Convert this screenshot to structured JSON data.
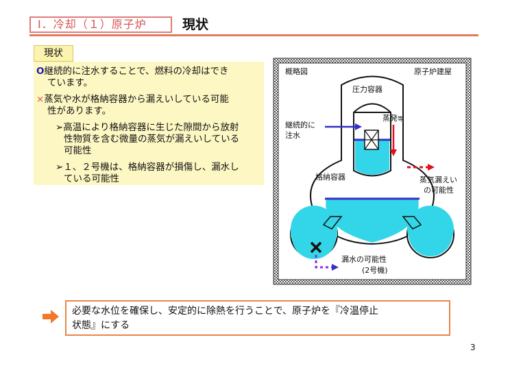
{
  "header": {
    "section_tag": "Ⅰ．冷却（１）原子炉",
    "title": "現状"
  },
  "status": {
    "label": "現状",
    "items": [
      {
        "bullet": "o",
        "lines": [
          "継続的に注水することで、燃料の冷却はでき",
          "ています。"
        ]
      },
      {
        "bullet": "×",
        "lines": [
          "蒸気や水が格納容器から漏えいしている可能",
          "性があります。"
        ]
      }
    ],
    "sub_items": [
      {
        "bullet": "➢",
        "lines": [
          "高温により格納容器に生じた隙間から放射",
          "性物質を含む微量の蒸気が漏えいしている",
          "可能性"
        ]
      },
      {
        "bullet": "➢",
        "lines": [
          "１、２号機は、格納容器が損傷し、漏水し",
          "ている可能性"
        ]
      }
    ]
  },
  "diagram": {
    "overview_label": "概略図",
    "building_label": "原子炉建屋",
    "pressure_vessel_label": "圧力容器",
    "evaporation_label": "蒸発",
    "evaporation_suffix": "等",
    "injection_label": [
      "継続的に",
      "注水"
    ],
    "containment_label": "格納容器",
    "steam_leak_label": [
      "蒸気漏えい",
      "の可能性"
    ],
    "water_leak_label": [
      "漏水の可能性",
      "(2号機)"
    ]
  },
  "conclusion": {
    "lines": [
      "必要な水位を確保し、安定的に除熱を行うことで、原子炉を『冷温停止",
      "状態』にする"
    ]
  },
  "page_number": "3",
  "colors": {
    "accent_red": "#d9534f",
    "rule": "#e07a5f",
    "status_bg": "#fdf7c3",
    "water": "#33d6e8",
    "arrow_blue": "#3030c8",
    "arrow_red": "#e0101a",
    "conclusion_border": "#e8864a"
  }
}
